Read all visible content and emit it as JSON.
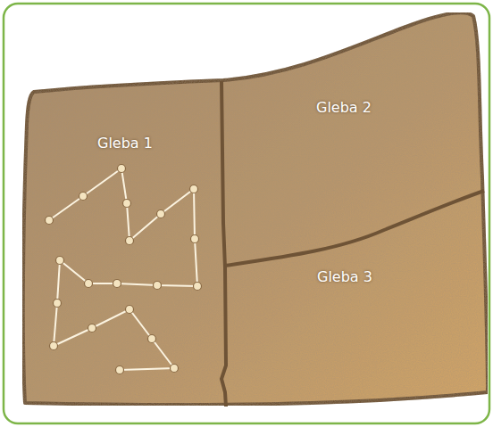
{
  "diagram": {
    "labels": [
      "Gleba 1",
      "Gleba 2",
      "Gleba 3"
    ]
  }
}
